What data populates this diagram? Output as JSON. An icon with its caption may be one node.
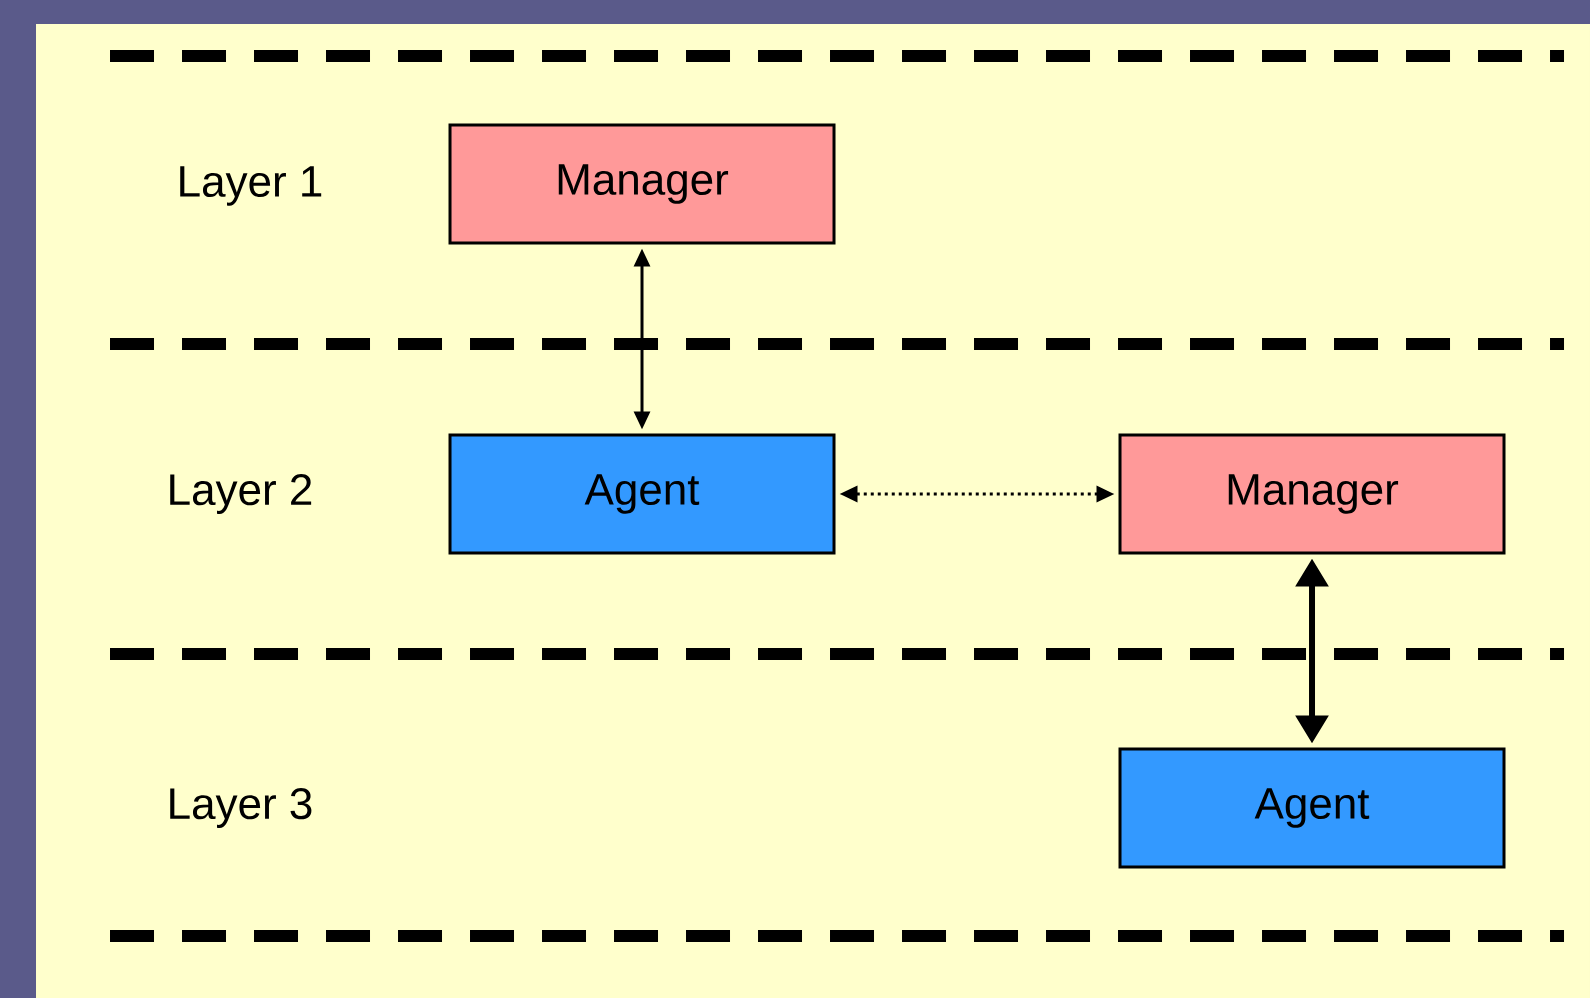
{
  "diagram": {
    "nodes": [
      {
        "text": [
          "Manager"
        ]
      },
      {
        "text": [
          "Agent"
        ]
      },
      {
        "text": [
          "Manager"
        ]
      },
      {
        "text": [
          "Agent"
        ]
      }
    ],
    "edges": [
      {
        "from": 0,
        "to": 1,
        "arrow": "both"
      },
      {
        "from": 1,
        "to": 2,
        "arrow": "both",
        "style": "dashed"
      },
      {
        "from": 2,
        "to": 3,
        "arrow": "both",
        "style": "thick"
      }
    ],
    "labels": [
      "Layer 1",
      "Layer 2",
      "Layer 3"
    ]
  }
}
